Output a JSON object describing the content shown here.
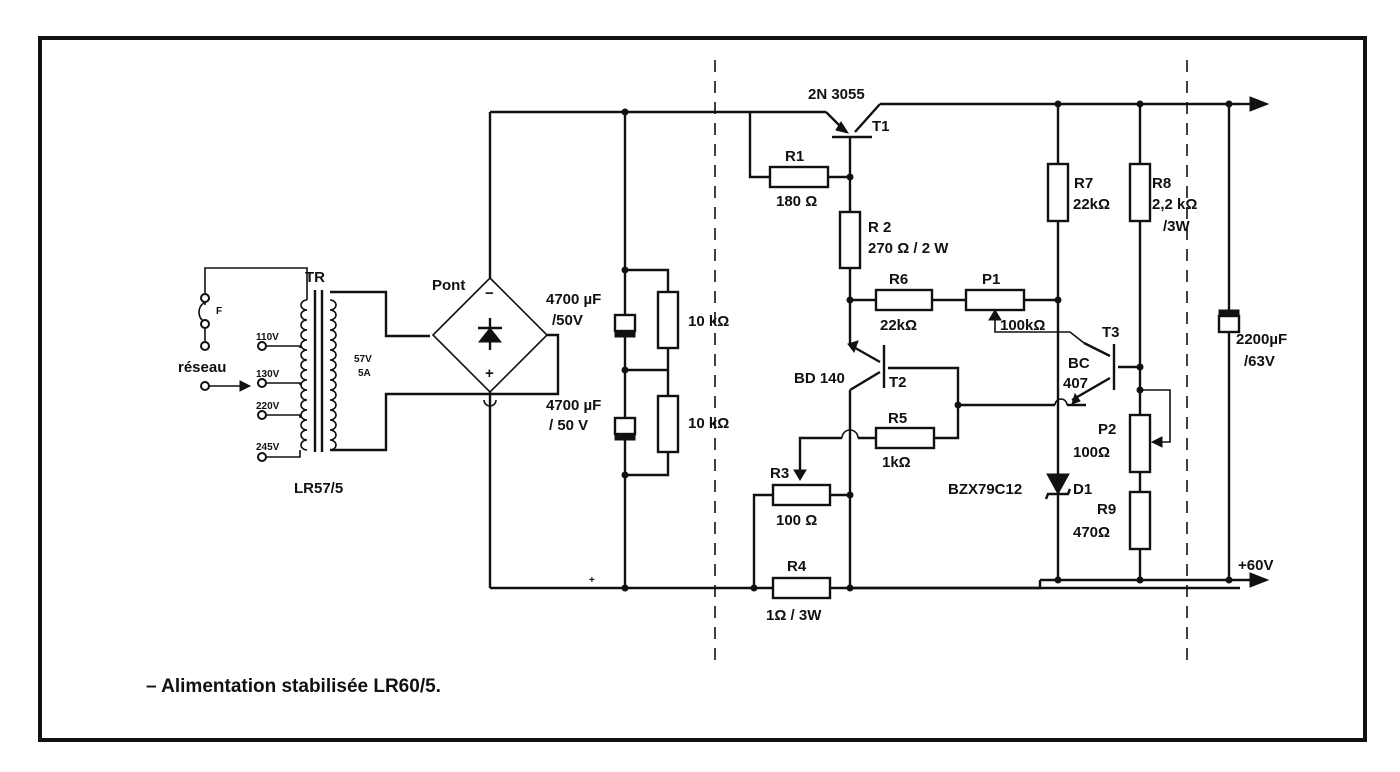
{
  "caption": "– Alimentation stabilisée LR60/5.",
  "mains": {
    "label": "réseau",
    "fuse": "F",
    "taps": [
      "110V",
      "130V",
      "220V",
      "245V"
    ]
  },
  "transformer": {
    "ref": "TR",
    "model": "LR57/5",
    "secondary_v": "57V",
    "secondary_a": "5A"
  },
  "bridge": {
    "label": "Pont",
    "minus": "−",
    "plus": "+"
  },
  "filter": {
    "c_top": [
      "4700 µF",
      "/50V"
    ],
    "c_bottom": [
      "4700 µF",
      "/ 50 V"
    ],
    "r_top": "10 kΩ",
    "r_bottom": "10 kΩ"
  },
  "plus_mark": "+",
  "t1": {
    "ref": "T1",
    "type": "2N 3055"
  },
  "t2": {
    "ref": "T2",
    "type": "BD 140"
  },
  "t3": {
    "ref": "T3",
    "type_line1": "BC",
    "type_line2": "407"
  },
  "r1": {
    "ref": "R1",
    "value": "180 Ω"
  },
  "r2": {
    "ref": "R 2",
    "value": "270 Ω / 2 W"
  },
  "r3": {
    "ref": "R3",
    "value": "100 Ω"
  },
  "r4": {
    "ref": "R4",
    "value": "1Ω / 3W"
  },
  "r5": {
    "ref": "R5",
    "value": "1kΩ"
  },
  "r6": {
    "ref": "R6",
    "value": "22kΩ"
  },
  "p1": {
    "ref": "P1",
    "value": "100kΩ"
  },
  "r7": {
    "ref": "R7",
    "value": "22kΩ"
  },
  "r8": {
    "ref": "R8",
    "value_line1": "2,2 kΩ",
    "value_line2": "/3W"
  },
  "p2": {
    "ref": "P2",
    "value": "100Ω"
  },
  "r9": {
    "ref": "R9",
    "value": "470Ω"
  },
  "d1": {
    "ref": "D1",
    "type": "BZX79C12"
  },
  "c_out": {
    "value_line1": "2200µF",
    "value_line2": "/63V"
  },
  "output": {
    "voltage": "+60V"
  }
}
